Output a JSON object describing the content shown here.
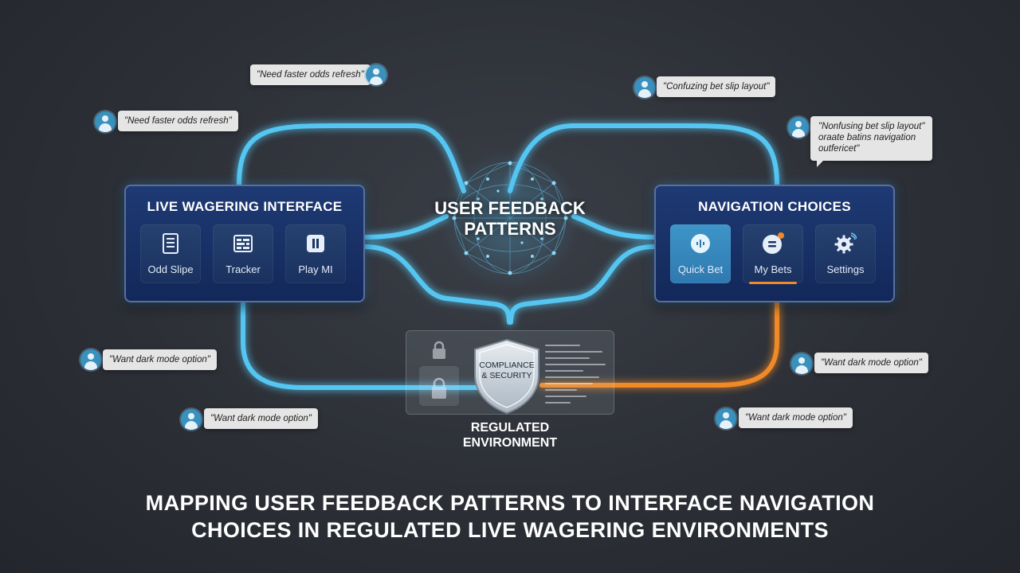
{
  "center": {
    "line1": "USER FEEDBACK",
    "line2": "PATTERNS"
  },
  "left_panel": {
    "title": "LIVE WAGERING INTERFACE",
    "tiles": [
      {
        "label": "Odd Slipe",
        "icon": "list-document-icon"
      },
      {
        "label": "Tracker",
        "icon": "tracker-grid-icon"
      },
      {
        "label": "Play MI",
        "icon": "pause-icon"
      }
    ]
  },
  "right_panel": {
    "title": "NAVIGATION CHOICES",
    "tiles": [
      {
        "label": "Quick Bet",
        "icon": "voice-dots-icon",
        "state": "active"
      },
      {
        "label": "My Bets",
        "icon": "chat-badge-icon",
        "state": "notification"
      },
      {
        "label": "Settings",
        "icon": "gear-icon"
      }
    ]
  },
  "compliance": {
    "shield_line1": "COMPLIANCE",
    "shield_line2": "& SECURITY",
    "caption_line1": "REGULATED",
    "caption_line2": "ENVIRONMENT"
  },
  "feedback": [
    {
      "text": "\"Need faster odds refresh\""
    },
    {
      "text": "\"Need faster odds refresh\""
    },
    {
      "text": "\"Confuzing bet slip layout\""
    },
    {
      "lines": [
        "\"Nonfusing bet slip layout\"",
        "oraate batins navigation",
        "outfericet\""
      ]
    },
    {
      "text": "\"Want dark mode option\""
    },
    {
      "text": "\"Want dark mode option\""
    },
    {
      "text": "\"Want dark mode option\""
    },
    {
      "text": "\"Want dark mode option\""
    }
  ],
  "headline": {
    "line1": "MAPPING USER FEEDBACK PATTERNS TO INTERFACE NAVIGATION",
    "line2": "CHOICES IN REGULATED LIVE WAGERING ENVIRONMENTS"
  },
  "colors": {
    "glow_blue": "#54c6f2",
    "glow_orange": "#f08a28",
    "panel_blue": "#1a3366",
    "accent_orange": "#f08a28"
  }
}
